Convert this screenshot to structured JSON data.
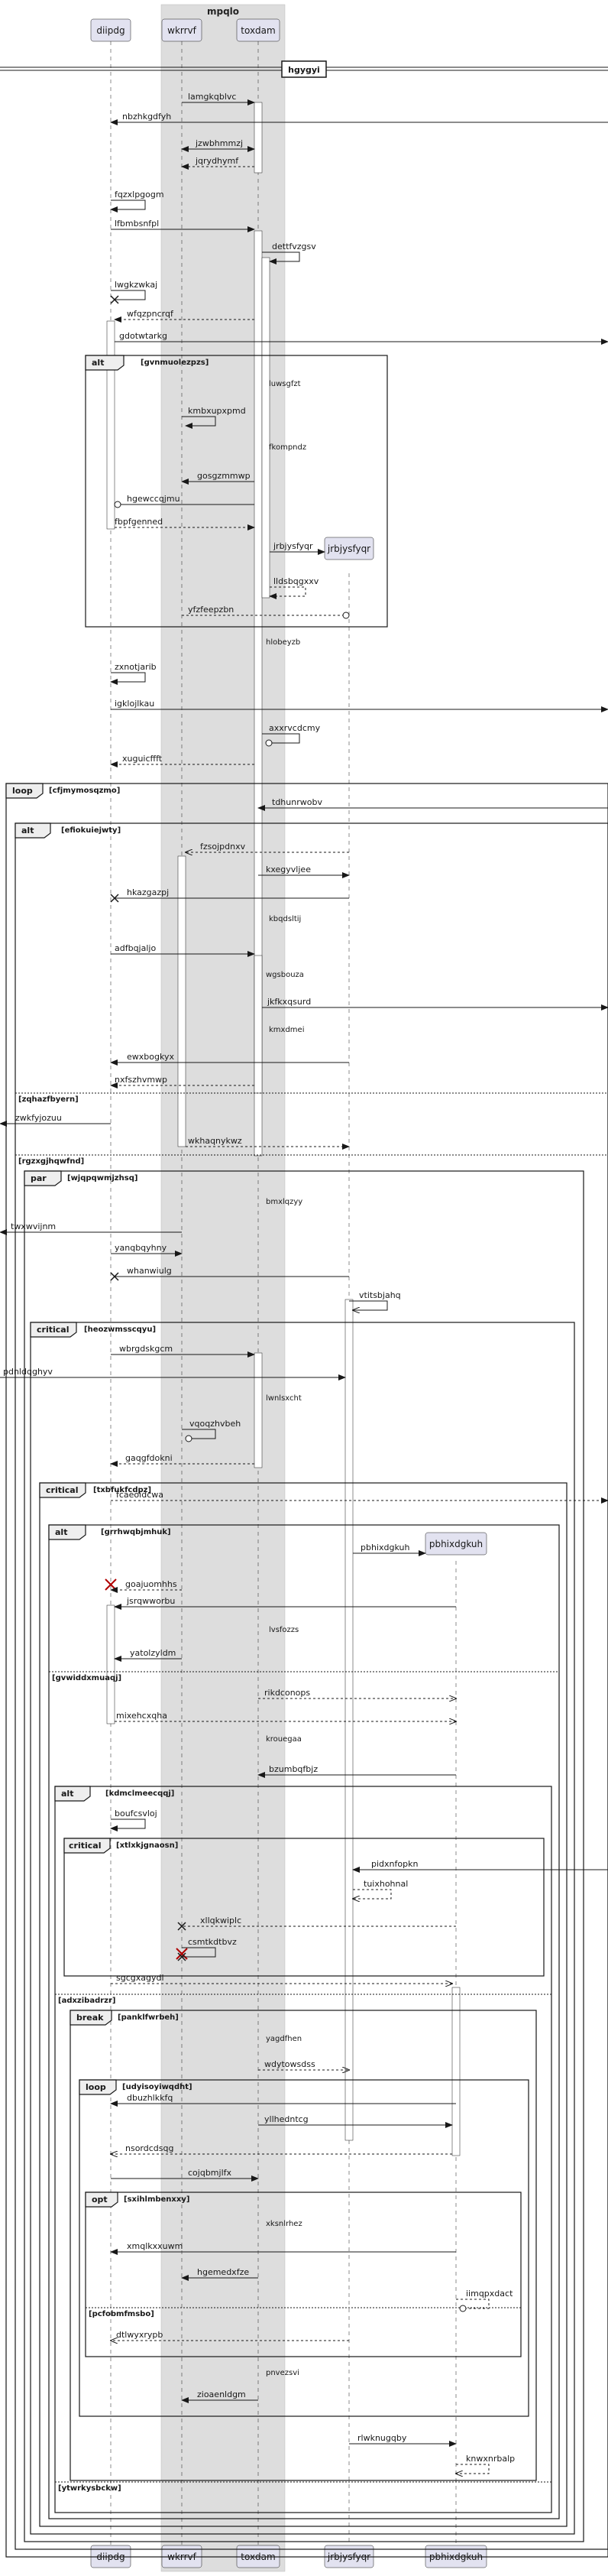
{
  "box": {
    "label": "mpqlo",
    "color": "#dddddd"
  },
  "participants": [
    {
      "id": "diipdg",
      "label": "diipdg"
    },
    {
      "id": "wkrrvf",
      "label": "wkrrvf"
    },
    {
      "id": "toxdam",
      "label": "toxdam"
    },
    {
      "id": "jrbjysfyqr",
      "label": "jrbjysfyqr"
    },
    {
      "id": "pbhixdgkuh",
      "label": "pbhixdgkuh"
    }
  ],
  "divider": {
    "label": "hgygyi"
  },
  "messages": [
    {
      "label": "lamgkqblvc",
      "dash": false
    },
    {
      "label": "nbzhkgdfyh",
      "dash": false
    },
    {
      "label": "jzwbhmmzj",
      "dash": false
    },
    {
      "label": "jqrydhymf",
      "dash": true
    },
    {
      "label": "fqzxlpgogm",
      "dash": false
    },
    {
      "label": "lfbmbsnfpl",
      "dash": false
    },
    {
      "label": "dettfvzgsv",
      "dash": false
    },
    {
      "label": "lwgkzwkaj",
      "dash": false
    },
    {
      "label": "wfqzpncrqf",
      "dash": true
    },
    {
      "label": "gdotwtarkg",
      "dash": false
    },
    {
      "label": "kmbxupxpmd",
      "dash": false
    },
    {
      "label": "gosgzmmwp",
      "dash": false
    },
    {
      "label": "hgewccqjmu",
      "dash": false
    },
    {
      "label": "fbpfgenned",
      "dash": true
    },
    {
      "label": "jrbjysfyqr",
      "dash": false
    },
    {
      "label": "lldsbqgxxv",
      "dash": true
    },
    {
      "label": "yfzfeepzbn",
      "dash": true
    },
    {
      "label": "zxnotjarib",
      "dash": false
    },
    {
      "label": "igklojlkau",
      "dash": false
    },
    {
      "label": "axxrvcdcmy",
      "dash": false
    },
    {
      "label": "xuguicffft",
      "dash": true
    },
    {
      "label": "tdhunrwobv",
      "dash": false
    },
    {
      "label": "fzsojpdnxv",
      "dash": true
    },
    {
      "label": "kxegyvljee",
      "dash": false
    },
    {
      "label": "hkazgazpj",
      "dash": false
    },
    {
      "label": "adfbqjaljo",
      "dash": false
    },
    {
      "label": "jkfkxqsurd",
      "dash": false
    },
    {
      "label": "ewxbogkyx",
      "dash": false
    },
    {
      "label": "nxfszhvmwp",
      "dash": true
    },
    {
      "label": "zwkfyjozuu",
      "dash": false
    },
    {
      "label": "wkhaqnykwz",
      "dash": true
    },
    {
      "label": "twxwvijnm",
      "dash": false
    },
    {
      "label": "yanqbqyhny",
      "dash": false
    },
    {
      "label": "whanwiulg",
      "dash": false
    },
    {
      "label": "vtitsbjahq",
      "dash": false
    },
    {
      "label": "wbrgdskgcm",
      "dash": false
    },
    {
      "label": "pdnldqghyv",
      "dash": false
    },
    {
      "label": "vqoqzhvbeh",
      "dash": false
    },
    {
      "label": "gaqgfdokni",
      "dash": true
    },
    {
      "label": "fcaeoidcwa",
      "dash": true
    },
    {
      "label": "pbhixdgkuh",
      "dash": false
    },
    {
      "label": "goajuomhhs",
      "dash": true
    },
    {
      "label": "jsrqwworbu",
      "dash": false
    },
    {
      "label": "yatolzyldm",
      "dash": false
    },
    {
      "label": "rikdconops",
      "dash": true
    },
    {
      "label": "mixehcxqha",
      "dash": true
    },
    {
      "label": "bzumbqfbjz",
      "dash": false
    },
    {
      "label": "boufcsvloj",
      "dash": false
    },
    {
      "label": "pidxnfopkn",
      "dash": false
    },
    {
      "label": "tuixhohnal",
      "dash": true
    },
    {
      "label": "xllqkwiplc",
      "dash": true
    },
    {
      "label": "csmtkdtbvz",
      "dash": false
    },
    {
      "label": "sgcgxagydl",
      "dash": true
    },
    {
      "label": "wdytowsdss",
      "dash": true
    },
    {
      "label": "dbuzhlkkfq",
      "dash": false
    },
    {
      "label": "yllhedntcg",
      "dash": false
    },
    {
      "label": "nsordcdsqg",
      "dash": true
    },
    {
      "label": "cojqbmjlfx",
      "dash": false
    },
    {
      "label": "xmqlkxxuwm",
      "dash": false
    },
    {
      "label": "hgemedxfze",
      "dash": false
    },
    {
      "label": "iimqpxdact",
      "dash": true
    },
    {
      "label": "dtlwyxrypb",
      "dash": true
    },
    {
      "label": "zioaenldgm",
      "dash": false
    },
    {
      "label": "rlwknugqby",
      "dash": false
    },
    {
      "label": "knwxnrbalp",
      "dash": true
    }
  ],
  "notes": [
    "luwsgfzt",
    "fkompndz",
    "hlobeyzb",
    "kbqdsltij",
    "wgsbouza",
    "kmxdmei",
    "bmxlqzyy",
    "lwnlsxcht",
    "lvsfozzs",
    "krouegaa",
    "yagdfhen",
    "xksnlrhez",
    "pnvezsvi"
  ],
  "fragments": [
    {
      "op": "alt",
      "cond": "[gvnmuolezpzs]",
      "else": []
    },
    {
      "op": "loop",
      "cond": "[cfjmymosqzmo]",
      "else": []
    },
    {
      "op": "alt",
      "cond": "[efiokuiejwty]",
      "else": [
        "[zqhazfbyern]",
        "[rgzxgjhqwfnd]"
      ]
    },
    {
      "op": "par",
      "cond": "[wjqpqwmjzhsq]",
      "else": []
    },
    {
      "op": "critical",
      "cond": "[heozwmsscqyu]",
      "else": []
    },
    {
      "op": "critical",
      "cond": "[txbfukfcdpz]",
      "else": []
    },
    {
      "op": "alt",
      "cond": "[grrhwqbjmhuk]",
      "else": [
        "[gvwiddxmuaqj]"
      ]
    },
    {
      "op": "alt",
      "cond": "[kdmclmeecqqj]",
      "else": [
        "[adxzibadrzr]",
        "[ytwrkysbckw]"
      ]
    },
    {
      "op": "critical",
      "cond": "[xtlxkjgnaosn]",
      "else": []
    },
    {
      "op": "break",
      "cond": "[panklfwrbeh]",
      "else": []
    },
    {
      "op": "loop",
      "cond": "[udyisoyiwqdht]",
      "else": []
    },
    {
      "op": "opt",
      "cond": "[sxihlmbenxxy]",
      "else": [
        "[pcfobmfmsbo]"
      ]
    }
  ]
}
